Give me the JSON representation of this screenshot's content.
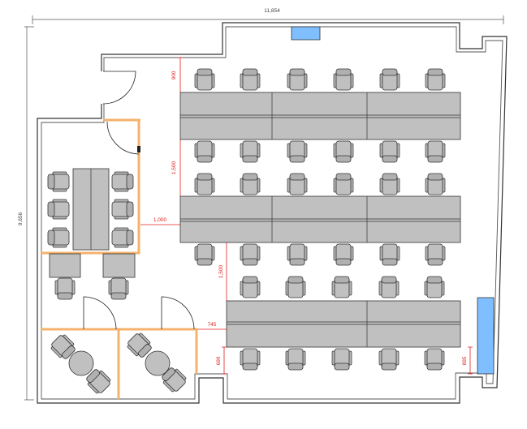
{
  "dimensions": {
    "overall_width": "11,854",
    "overall_height": "9,656",
    "top_clearance": "900",
    "aisle_upper": "1,500",
    "meeting_room_gap": "1,000",
    "aisle_lower": "1,500",
    "office_gap": "745",
    "bottom_clearance_left": "690",
    "bottom_clearance_right": "895"
  },
  "colors": {
    "dimension": "#e02020",
    "partition": "#f5b26b",
    "window": "#7fbfff",
    "furniture": "#c0c0c0"
  }
}
